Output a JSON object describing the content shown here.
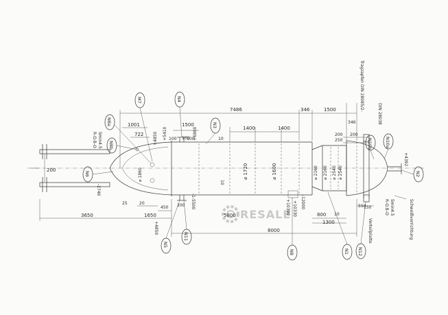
{
  "drawing": {
    "top_dims": {
      "overall": "7486",
      "d346a": "346",
      "d1500a": "1500",
      "d346b": "346",
      "d1500b": "1500",
      "d1400a": "1400",
      "d1400b": "1400",
      "d100a": "100",
      "d10a": "10",
      "d200a": "200",
      "d250": "250",
      "d200b": "200",
      "d1001": "1001",
      "d722": "722",
      "d5410": "+5410",
      "d4850a": "+4850",
      "d6800": "+6800",
      "d100b": "100",
      "d100c": "100",
      "d4392": "+4392"
    },
    "bottom_dims": {
      "d3650": "3650",
      "d1650": "1650",
      "d4850b": "+4850",
      "d450": "450",
      "d200c": "200",
      "d25": "25",
      "d20": "20",
      "d1_5500": "-1-5500",
      "d5800": "5800",
      "d8000": "8000",
      "d800": "800",
      "d10b": "10",
      "d1300": "1300",
      "d150": "150",
      "d550": "550",
      "d200d": "200",
      "d2740": "-2740",
      "d10c": "10",
      "d10330": "+10330",
      "d10390": "+10390",
      "d12000": "-12000"
    },
    "diameters": {
      "d1720": "⌀ 1720",
      "d1600": "⌀ 1600",
      "d2160": "⌀ 2160",
      "d2540": "⌀ 2540",
      "d1860": "⌀ 1860",
      "d2160b": "⌀ 2160",
      "d2540b": "⌀ 2540"
    },
    "nozzles": {
      "M7": "M7",
      "N4": "N4",
      "N3": "N3",
      "N8b": "N8b",
      "N8a": "N8a",
      "N6": "N6",
      "N5": "N5",
      "N11": "N11",
      "N8": "N8",
      "N1": "N1",
      "N12": "N12",
      "N10b": "N10b",
      "N10a": "N10a",
      "N2": "N2"
    },
    "notes": {
      "trag": "Tragzapfen DIN 28085/2-",
      "din": "DIN 28038",
      "smin_left": "Smin4.5",
      "rob_left": "R-O.B-O",
      "smin_right": "Smin4.5",
      "rob_right": "R-O.B-O",
      "vert": "Verteilplatte",
      "schweiss": "Schweißvorrichtung"
    },
    "watermark": "RESALE"
  }
}
